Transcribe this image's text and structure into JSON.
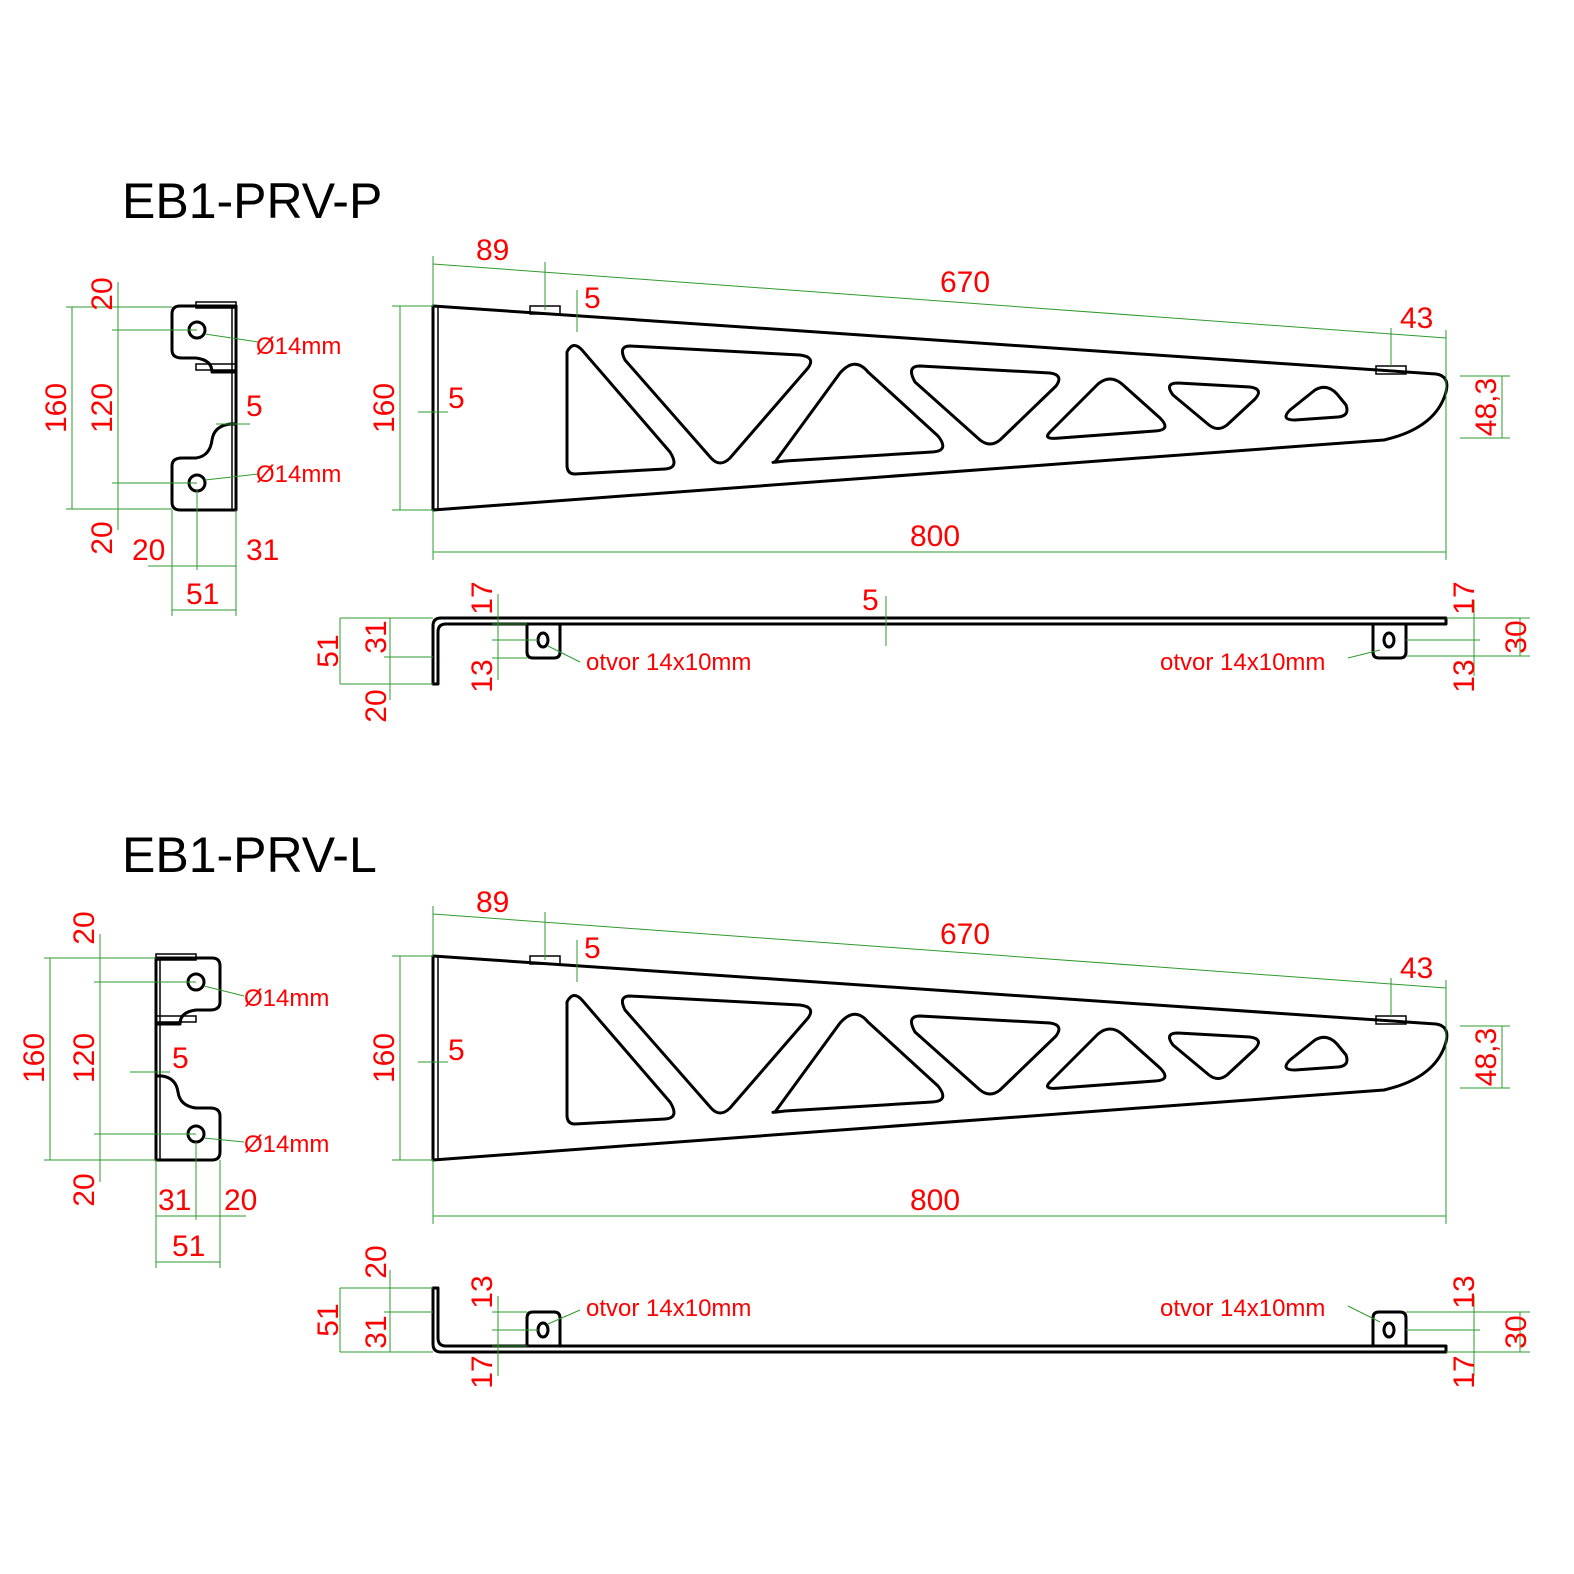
{
  "titles": {
    "right": "EB1-PRV-P",
    "left": "EB1-PRV-L"
  },
  "colors": {
    "outline": "#000000",
    "dimension_text": "#ff0000",
    "dimension_line": "#2e9b2e",
    "background": "#ffffff"
  },
  "p": {
    "front": {
      "d20_top": "20",
      "d160": "160",
      "d120": "120",
      "d5": "5",
      "d20_bottom": "20",
      "d20_w": "20",
      "d31_w": "31",
      "d51_w": "51",
      "hole_top": "Ø14mm",
      "hole_bottom": "Ø14mm"
    },
    "side": {
      "d89": "89",
      "d670": "670",
      "d5_top": "5",
      "d43": "43",
      "d160": "160",
      "d5_left": "5",
      "d48_3": "48,3",
      "d800": "800"
    },
    "plan": {
      "d17_l": "17",
      "d5": "5",
      "d17_r": "17",
      "d51": "51",
      "d31": "31",
      "d13_l": "13",
      "d20": "20",
      "d30": "30",
      "d13_r": "13",
      "slot_left": "otvor 14x10mm",
      "slot_right": "otvor 14x10mm"
    }
  },
  "l": {
    "front": {
      "d20_top": "20",
      "d160": "160",
      "d120": "120",
      "d5": "5",
      "d20_bottom": "20",
      "d31_w": "31",
      "d20_w": "20",
      "d51_w": "51",
      "hole_top": "Ø14mm",
      "hole_bottom": "Ø14mm"
    },
    "side": {
      "d89": "89",
      "d670": "670",
      "d5_top": "5",
      "d43": "43",
      "d160": "160",
      "d5_left": "5",
      "d48_3": "48,3",
      "d800": "800"
    },
    "plan": {
      "d20": "20",
      "d51": "51",
      "d31": "31",
      "d13_l": "13",
      "d17_l": "17",
      "d13_r": "13",
      "d30": "30",
      "d17_r": "17",
      "slot_left": "otvor 14x10mm",
      "slot_right": "otvor 14x10mm"
    }
  }
}
